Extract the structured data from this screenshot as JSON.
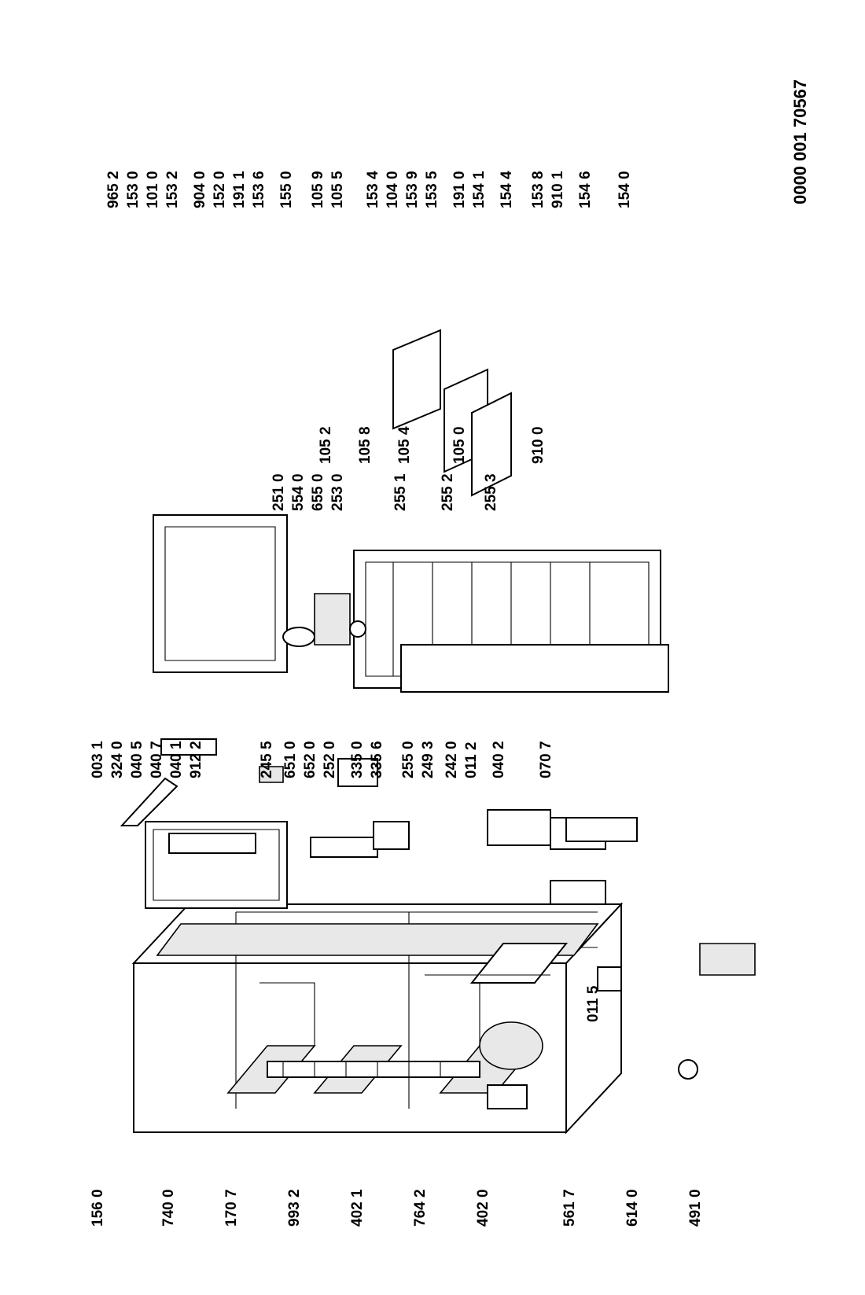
{
  "document_id": "0000 001 70567",
  "labels": {
    "p0031": "003 1",
    "p3240": "324 0",
    "p0405": "040 5",
    "p0407": "040 7",
    "p0401": "040 1",
    "p9122": "912 2",
    "p2455": "245 5",
    "p6510": "651 0",
    "p6520": "652 0",
    "p2520": "252 0",
    "p3350": "335 0",
    "p3356": "335 6",
    "p2550": "255 0",
    "p2493": "249 3",
    "p2420": "242 0",
    "p0112": "011 2",
    "p0402": "040 2",
    "p0707": "070 7",
    "p2510": "251 0",
    "p5540": "554 0",
    "p6550": "655 0",
    "p2530": "253 0",
    "p2551": "255 1",
    "p2552": "255 2",
    "p2553": "255 3",
    "p1560": "156 0",
    "p7400": "740 0",
    "p1707": "170 7",
    "p9932": "993 2",
    "p4021": "402 1",
    "p7642": "764 2",
    "p4020": "402 0",
    "p5617": "561 7",
    "p6140": "614 0",
    "p4910": "491 0",
    "p0115": "011 5",
    "p1052": "105 2",
    "p1058": "105 8",
    "p1054": "105 4",
    "p1050": "105 0",
    "p9100": "910 0",
    "p9652": "965 2",
    "p1530": "153 0",
    "p1010": "101 0",
    "p1532": "153 2",
    "p9040": "904 0",
    "p1520": "152 0",
    "p1911": "191 1",
    "p1536": "153 6",
    "p1550": "155 0",
    "p1059": "105 9",
    "p1055": "105 5",
    "p1534": "153 4",
    "p1040": "104 0",
    "p1539": "153 9",
    "p1535": "153 5",
    "p1910": "191 0",
    "p1541": "154 1",
    "p1544": "154 4",
    "p1538": "153 8",
    "p9101": "910 1",
    "p1546": "154 6",
    "p1540": "154 0"
  }
}
